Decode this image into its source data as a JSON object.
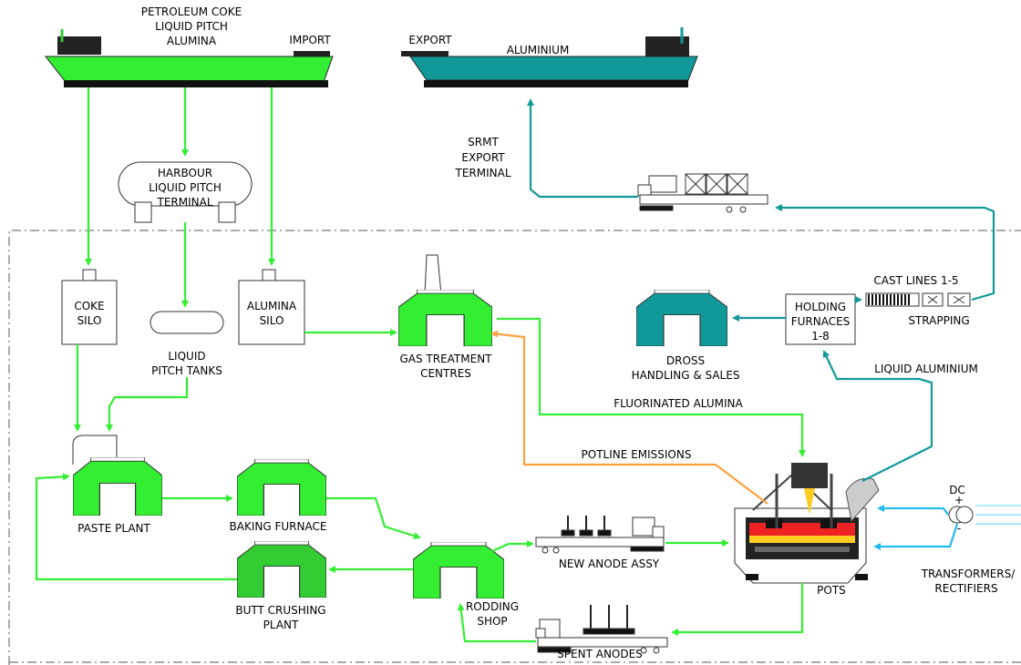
{
  "ships": {
    "import": {
      "cargo": [
        "PETROLEUM COKE",
        "LIQUID PITCH",
        "ALUMINA"
      ],
      "label": "IMPORT"
    },
    "export": {
      "label": "EXPORT",
      "cargo": "ALUMINIUM"
    }
  },
  "terminals": {
    "srmt": [
      "SRMT",
      "EXPORT",
      "TERMINAL"
    ],
    "harbour": [
      "HARBOUR",
      "LIQUID PITCH",
      "TERMINAL"
    ]
  },
  "silos": {
    "coke": [
      "COKE",
      "SILO"
    ],
    "alumina": [
      "ALUMINA",
      "SILO"
    ],
    "pitch_tanks": [
      "LIQUID",
      "PITCH TANKS"
    ]
  },
  "plants": {
    "gas_treatment": [
      "GAS TREATMENT",
      "CENTRES"
    ],
    "dross": [
      "DROSS",
      "HANDLING & SALES"
    ],
    "holding": [
      "HOLDING",
      "FURNACES",
      "1-8"
    ],
    "paste": "PASTE PLANT",
    "baking": "BAKING FURNACE",
    "butt": [
      "BUTT CRUSHING",
      "PLANT"
    ],
    "rodding": [
      "RODDING",
      "SHOP"
    ],
    "pots": "POTS"
  },
  "casting": {
    "lines": "CAST LINES 1-5",
    "strapping": "STRAPPING"
  },
  "flows": {
    "liquid_aluminium": "LIQUID ALUMINIUM",
    "fluorinated_alumina": "FLUORINATED ALUMINA",
    "potline_emissions": "POTLINE EMISSIONS",
    "new_anode": "NEW ANODE ASSY",
    "spent_anodes": "SPENT ANODES"
  },
  "power": {
    "dc": "DC",
    "plus": "+",
    "minus": "-",
    "transformers": [
      "TRANSFORMERS/",
      "RECTIFIERS"
    ]
  },
  "colors": {
    "green": "#33ee33",
    "dark_green": "#33cc33",
    "teal": "#119999",
    "orange": "#ffa040",
    "blue": "#22bbee"
  }
}
